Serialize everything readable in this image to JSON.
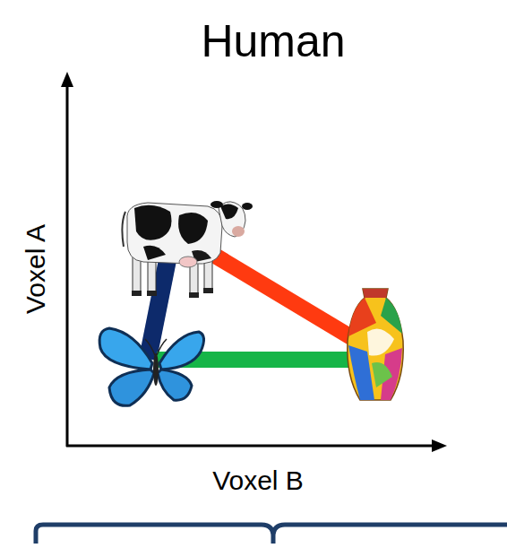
{
  "diagram": {
    "title": "Human",
    "labels": [
      "Voxel A",
      "Voxel B"
    ]
  }
}
